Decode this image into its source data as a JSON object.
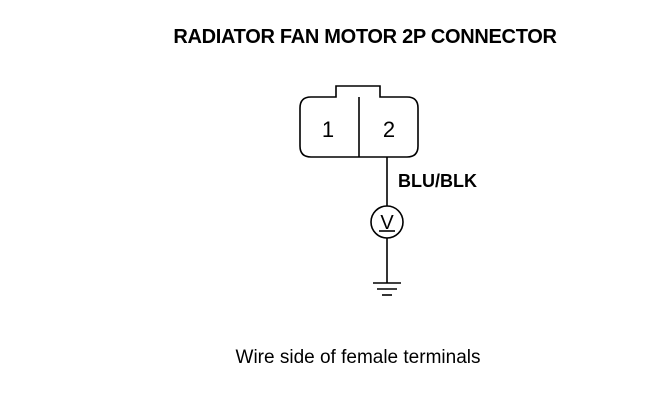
{
  "diagram": {
    "title": "RADIATOR FAN MOTOR 2P CONNECTOR",
    "connector": {
      "pins": [
        "1",
        "2"
      ]
    },
    "wire_color": "BLU/BLK",
    "meter_symbol": "V",
    "caption": "Wire side of female terminals"
  }
}
